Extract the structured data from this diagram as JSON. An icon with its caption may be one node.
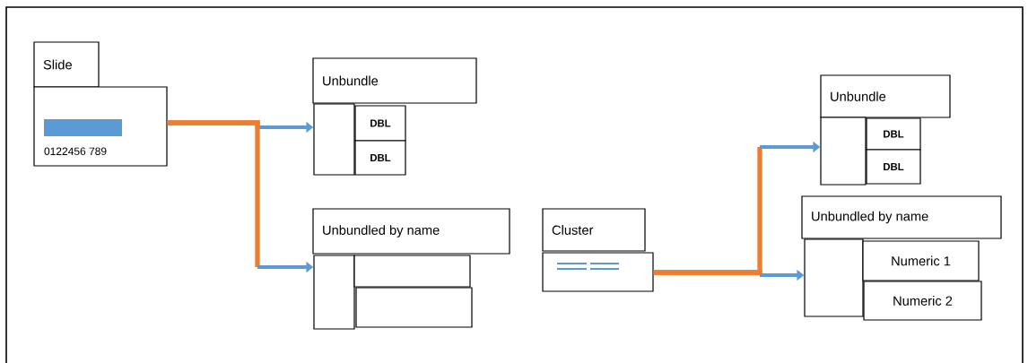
{
  "diagram": {
    "nodes": [
      {
        "text": [
          "Slide"
        ]
      },
      {
        "text": [
          "0122456 789"
        ]
      },
      {
        "text": [
          "Unbundle"
        ]
      },
      {
        "text": [],
        "shape": "box"
      },
      {
        "text": [
          "DBL"
        ]
      },
      {
        "text": [
          "DBL"
        ]
      },
      {
        "text": [
          "Unbundled by name"
        ]
      },
      {
        "text": [],
        "shape": "box"
      },
      {
        "text": [],
        "shape": "box"
      },
      {
        "text": [],
        "shape": "box"
      },
      {
        "text": [
          "Cluster"
        ]
      },
      {
        "text": [],
        "shape": "box"
      },
      {
        "text": [
          "Unbundle"
        ]
      },
      {
        "text": [],
        "shape": "box"
      },
      {
        "text": [
          "DBL"
        ]
      },
      {
        "text": [
          "DBL"
        ]
      },
      {
        "text": [
          "Unbundled by name"
        ]
      },
      {
        "text": [],
        "shape": "box"
      },
      {
        "text": [
          "Numeric 1"
        ]
      },
      {
        "text": [
          "Numeric 2"
        ]
      }
    ],
    "edges": [
      {
        "from": 1,
        "to": 3,
        "arrow": "to"
      },
      {
        "from": 1,
        "to": 7,
        "arrow": "to"
      },
      {
        "from": 11,
        "to": 13,
        "arrow": "to"
      },
      {
        "from": 11,
        "to": 17,
        "arrow": "to"
      }
    ]
  }
}
